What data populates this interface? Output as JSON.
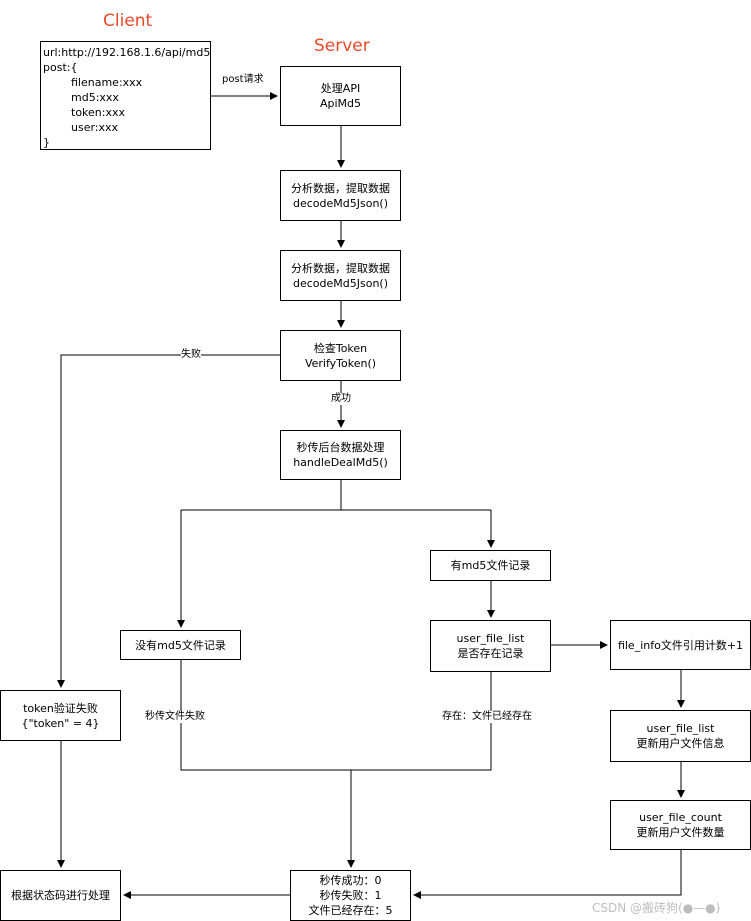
{
  "headers": {
    "client": "Client",
    "server": "Server"
  },
  "client_box": {
    "lines": [
      "url:http://192.168.1.6/api/md5",
      "post:{",
      "filename:xxx",
      "md5:xxx",
      "token:xxx",
      "user:xxx",
      "}"
    ]
  },
  "nodes": {
    "handle_api": [
      "处理API",
      "ApiMd5"
    ],
    "parse1": [
      "分析数据，提取数据",
      "decodeMd5Json()"
    ],
    "parse2": [
      "分析数据，提取数据",
      "decodeMd5Json()"
    ],
    "check_token": [
      "检查Token",
      "VerifyToken()"
    ],
    "handle_md5": [
      "秒传后台数据处理",
      "handleDealMd5()"
    ],
    "has_md5": [
      "有md5文件记录"
    ],
    "no_md5": [
      "没有md5文件记录"
    ],
    "user_file_list_check": [
      "user_file_list",
      "是否存在记录"
    ],
    "file_info_inc": [
      "file_info文件引用计数+1"
    ],
    "user_file_list_update": [
      "user_file_list",
      "更新用户文件信息"
    ],
    "user_file_count_update": [
      "user_file_count",
      "更新用户文件数量"
    ],
    "token_fail": [
      "token验证失败",
      "{\"token\" = 4}"
    ],
    "status_codes": [
      "秒传成功：0",
      "秒传失败：1",
      "文件已经存在：5"
    ],
    "handle_by_status": [
      "根据状态码进行处理"
    ]
  },
  "edge_labels": {
    "post_request": "post请求",
    "fail": "失败",
    "success": "成功",
    "instant_fail": "秒传文件失败",
    "exists": "存在：文件已经存在"
  },
  "watermark": "CSDN @搬砖狗(●—●)"
}
